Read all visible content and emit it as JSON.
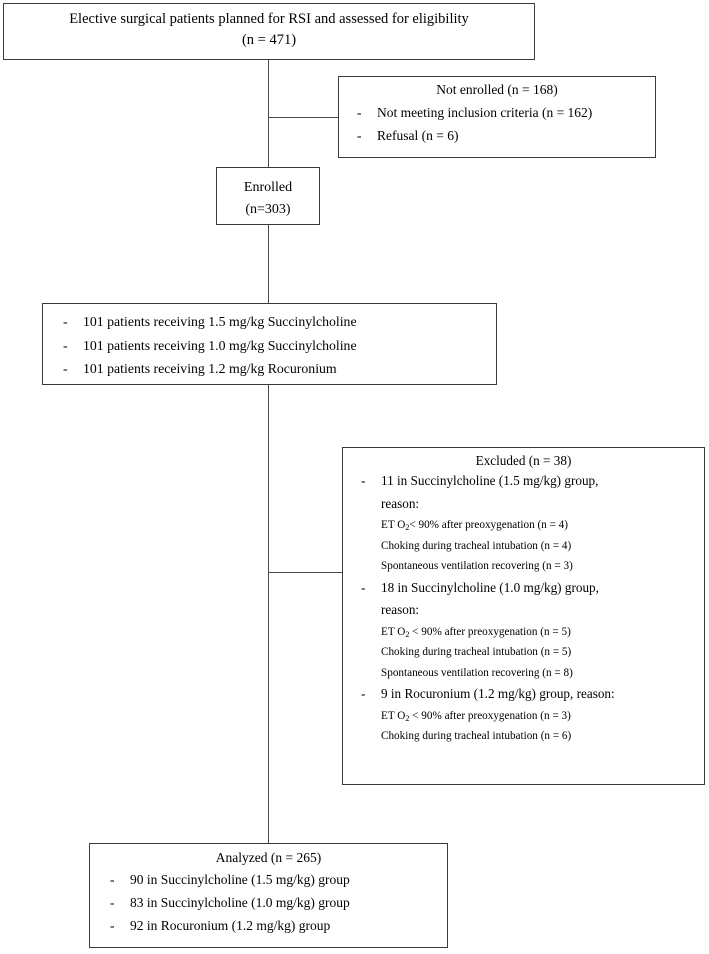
{
  "diagram": {
    "title": "CONSORT participant flow diagram",
    "line_color": "#4a4a4a",
    "border_color": "#3a3a3a",
    "background": "#ffffff"
  },
  "eligibility": {
    "line1": "Elective surgical patients planned for RSI and assessed for eligibility",
    "line2": "(n = 471)"
  },
  "not_enrolled": {
    "header": "Not enrolled (n = 168)",
    "bullet": "-",
    "items": [
      "Not meeting inclusion criteria (n = 162)",
      "Refusal (n = 6)"
    ]
  },
  "enrolled": {
    "line1": "Enrolled",
    "line2": "(n=303)"
  },
  "allocation": {
    "bullet": "-",
    "items": [
      "101 patients receiving 1.5 mg/kg Succinylcholine",
      "101 patients receiving 1.0 mg/kg Succinylcholine",
      "101 patients receiving 1.2 mg/kg Rocuronium"
    ]
  },
  "excluded": {
    "header": "Excluded (n = 38)",
    "bullet": "-",
    "groups": [
      {
        "main": "11 in Succinylcholine (1.5 mg/kg) group,",
        "main_cont": "reason:",
        "reasons": [
          {
            "pre": "ET O",
            "sub": "2",
            "post": "< 90% after preoxygenation (n = 4)"
          },
          {
            "pre": "Choking during tracheal intubation (n = 4)",
            "sub": "",
            "post": ""
          },
          {
            "pre": "Spontaneous ventilation recovering (n = 3)",
            "sub": "",
            "post": ""
          }
        ]
      },
      {
        "main": "18 in Succinylcholine (1.0 mg/kg) group,",
        "main_cont": "reason:",
        "reasons": [
          {
            "pre": "ET O",
            "sub": "2",
            "post": " < 90% after preoxygenation (n = 5)"
          },
          {
            "pre": "Choking during tracheal intubation (n = 5)",
            "sub": "",
            "post": ""
          },
          {
            "pre": "Spontaneous ventilation recovering (n = 8)",
            "sub": "",
            "post": ""
          }
        ]
      },
      {
        "main": "9 in Rocuronium (1.2 mg/kg) group, reason:",
        "main_cont": "",
        "reasons": [
          {
            "pre": "ET O",
            "sub": "2",
            "post": " < 90% after preoxygenation (n = 3)"
          },
          {
            "pre": "Choking during tracheal intubation (n = 6)",
            "sub": "",
            "post": ""
          }
        ]
      }
    ]
  },
  "analyzed": {
    "header": "Analyzed (n = 265)",
    "bullet": "-",
    "items": [
      "90 in Succinylcholine (1.5 mg/kg) group",
      "83 in Succinylcholine (1.0 mg/kg) group",
      "92 in Rocuronium (1.2 mg/kg) group"
    ]
  }
}
